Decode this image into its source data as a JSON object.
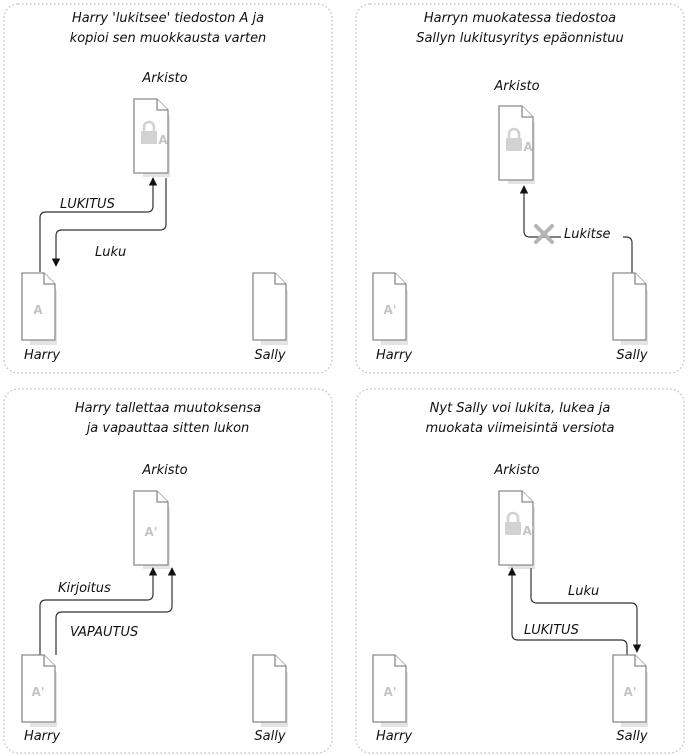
{
  "panels": [
    {
      "caption": [
        "Harry 'lukitsee' tiedoston A ja",
        "kopioi sen muokkausta varten"
      ],
      "repo_label": "Arkisto",
      "repo_doc": "A",
      "repo_locked": true,
      "user1_name": "Harry",
      "user1_doc": "A",
      "user2_name": "Sally",
      "user2_doc": "",
      "arrow_up_label": "LUKITUS",
      "arrow_down_label": "Luku"
    },
    {
      "caption": [
        "Harryn muokatessa tiedostoa",
        "Sallyn lukitusyritys epäonnistuu"
      ],
      "repo_label": "Arkisto",
      "repo_doc": "A",
      "repo_locked": true,
      "user1_name": "Harry",
      "user1_doc": "A'",
      "user2_name": "Sally",
      "user2_doc": "",
      "arrow_label": "Lukitse",
      "arrow_failed": true
    },
    {
      "caption": [
        "Harry tallettaa muutoksensa",
        "ja vapauttaa sitten lukon"
      ],
      "repo_label": "Arkisto",
      "repo_doc": "A'",
      "repo_locked": false,
      "user1_name": "Harry",
      "user1_doc": "A'",
      "user2_name": "Sally",
      "user2_doc": "",
      "arrow_up1_label": "Kirjoitus",
      "arrow_up2_label": "VAPAUTUS"
    },
    {
      "caption": [
        "Nyt Sally voi lukita, lukea ja",
        "muokata viimeisintä versiota"
      ],
      "repo_label": "Arkisto",
      "repo_doc": "A'",
      "repo_locked": true,
      "user1_name": "Harry",
      "user1_doc": "A'",
      "user2_name": "Sally",
      "user2_doc": "A'",
      "arrow_down_label": "Luku",
      "arrow_up_label": "LUKITUS"
    }
  ]
}
